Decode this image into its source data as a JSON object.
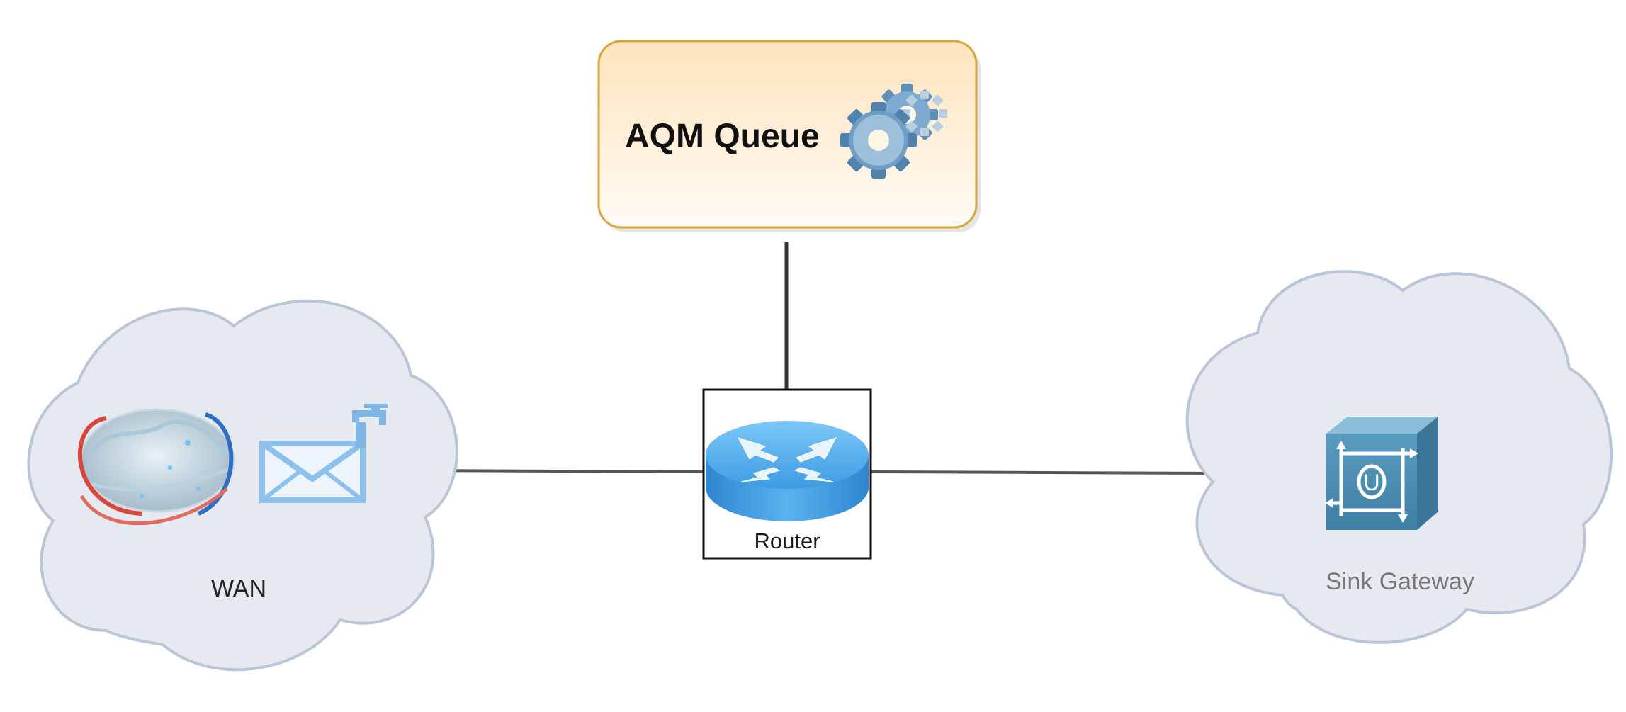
{
  "aqm_node": {
    "label": "AQM Queue",
    "icon": "gears-icon"
  },
  "router_node": {
    "label": "Router",
    "icon": "router-icon"
  },
  "wan_cloud": {
    "label": "WAN",
    "icons": [
      "globe-icon",
      "mail-tap-icon"
    ]
  },
  "sink_cloud": {
    "label": "Sink Gateway",
    "icon": "gateway-box-icon"
  },
  "colors": {
    "aqm_fill_top": "#ffe6c2",
    "aqm_fill_bottom": "#fffaf3",
    "aqm_border": "#d6a73c",
    "cloud_fill": "#e6e9f0",
    "cloud_stroke": "#b9c6d8",
    "router_blue": "#3f9fe6",
    "gear_blue": "#6f9ec4",
    "gateway_teal": "#4f8fb0",
    "connector": "#444444"
  }
}
